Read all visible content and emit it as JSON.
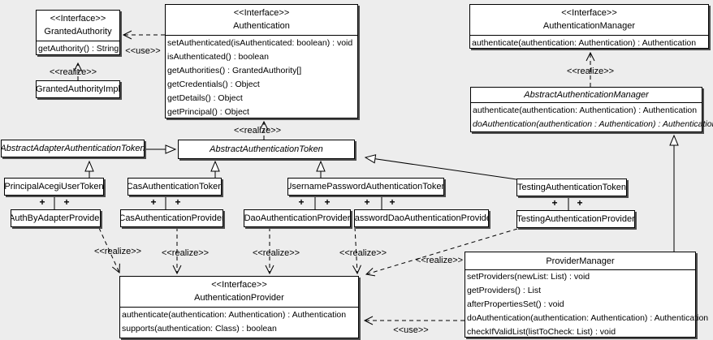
{
  "labels": {
    "use": "<<use>>",
    "realize": "<<realize>>",
    "plus": "+",
    "stereotype_interface": "<<Interface>>"
  },
  "classes": {
    "granted_authority": {
      "stereotype": "<<Interface>>",
      "name": "GrantedAuthority",
      "methods": [
        "getAuthority() : String"
      ]
    },
    "granted_authority_impl": {
      "name": "GrantedAuthorityImpl"
    },
    "authentication": {
      "stereotype": "<<Interface>>",
      "name": "Authentication",
      "methods": [
        "setAuthenticated(isAuthenticated: boolean) : void",
        "isAuthenticated() : boolean",
        "getAuthorities() : GrantedAuthority[]",
        "getCredentials() : Object",
        "getDetails() : Object",
        "getPrincipal() : Object"
      ]
    },
    "authentication_manager": {
      "stereotype": "<<Interface>>",
      "name": "AuthenticationManager",
      "methods": [
        "authenticate(authentication: Authentication) : Authentication"
      ]
    },
    "abstract_authentication_manager": {
      "name": "AbstractAuthenticationManager",
      "methods": [
        "authenticate(authentication: Authentication) : Authentication",
        "doAuthentication(authentication : Authentication) : Authentication"
      ]
    },
    "abstract_adapter_authentication_token": {
      "name": "AbstractAdapterAuthenticationToken"
    },
    "abstract_authentication_token": {
      "name": "AbstractAuthenticationToken"
    },
    "principal_acegi_user_token": {
      "name": "PrincipalAcegiUserToken"
    },
    "cas_authentication_token": {
      "name": "CasAuthenticationToken"
    },
    "username_password_authentication_token": {
      "name": "UsernamePasswordAuthenticationToken"
    },
    "testing_authentication_token": {
      "name": "TestingAuthenticationToken"
    },
    "auth_by_adapter_provider": {
      "name": "AuthByAdapterProvider"
    },
    "cas_authentication_provider": {
      "name": "CasAuthenticationProvider"
    },
    "dao_authentication_provider": {
      "name": "DaoAuthenticationProvider"
    },
    "password_dao_authentication_provider": {
      "name": "PasswordDaoAuthenticationProvider"
    },
    "testing_authentication_provider": {
      "name": "TestingAuthenticationProvider"
    },
    "authentication_provider": {
      "stereotype": "<<Interface>>",
      "name": "AuthenticationProvider",
      "methods": [
        "authenticate(authentication: Authentication) : Authentication",
        "supports(authentication: Class) : boolean"
      ]
    },
    "provider_manager": {
      "name": "ProviderManager",
      "methods": [
        "setProviders(newList: List) : void",
        "getProviders() : List",
        "afterPropertiesSet() : void",
        "doAuthentication(authentication: Authentication) : Authentication",
        "checkIfValidList(listToCheck: List) : void"
      ]
    }
  }
}
